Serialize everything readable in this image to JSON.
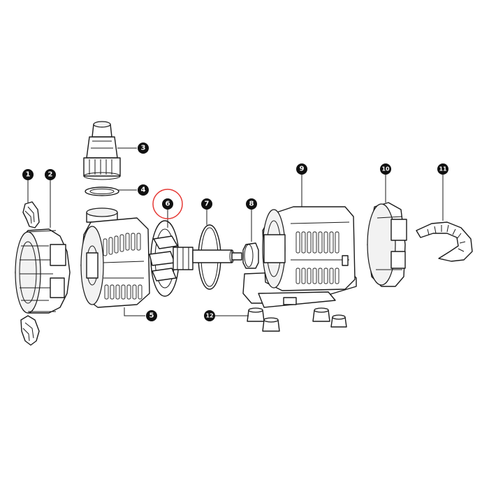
{
  "callouts": [
    {
      "id": "callout-1",
      "number": "1"
    },
    {
      "id": "callout-2",
      "number": "2"
    },
    {
      "id": "callout-3",
      "number": "3"
    },
    {
      "id": "callout-4",
      "number": "4"
    },
    {
      "id": "callout-5",
      "number": "5"
    },
    {
      "id": "callout-6",
      "number": "6"
    },
    {
      "id": "callout-7",
      "number": "7"
    },
    {
      "id": "callout-8",
      "number": "8"
    },
    {
      "id": "callout-9",
      "number": "9"
    },
    {
      "id": "callout-10",
      "number": "10"
    },
    {
      "id": "callout-11",
      "number": "11"
    },
    {
      "id": "callout-12",
      "number": "12"
    }
  ],
  "highlight": {
    "callout": "6",
    "color": "#e53935"
  },
  "colors": {
    "line": "#1a1a1a",
    "badge": "#111111",
    "badge_text": "#ffffff"
  }
}
